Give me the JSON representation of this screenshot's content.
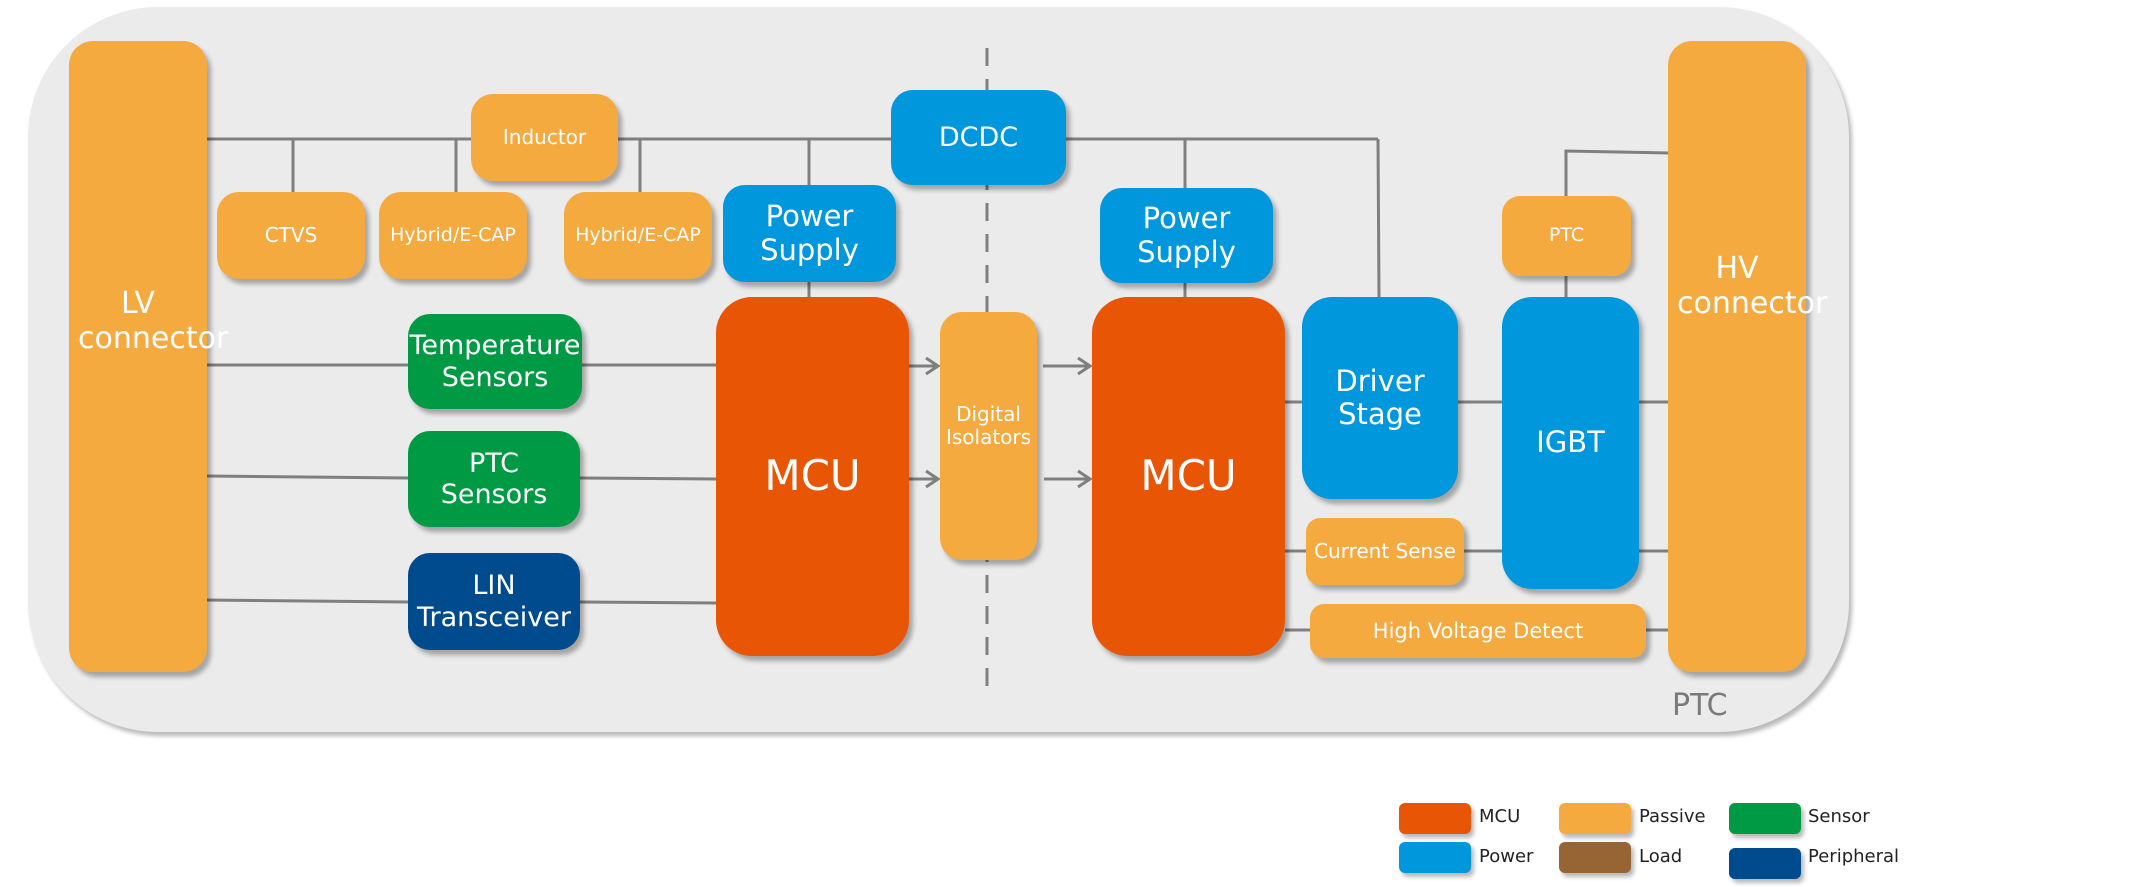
{
  "diagram": {
    "title": "PTC",
    "colors": {
      "mcu": "#e85505",
      "power": "#0097dc",
      "passive": "#f5aa40",
      "load": "#976434",
      "sensor": "#009a44",
      "peripheral": "#004b8d",
      "wire": "#7f7f7f",
      "panel": "#ebebeb"
    },
    "blocks": {
      "lv_connector": "LV connector",
      "inductor": "Inductor",
      "ctvs": "CTVS",
      "hybrid_ecap_1": "Hybrid/E-CAP",
      "hybrid_ecap_2": "Hybrid/E-CAP",
      "dcdc": "DCDC",
      "power_supply_1": "Power Supply",
      "power_supply_2": "Power Supply",
      "temperature_sensors": "Temperature Sensors",
      "ptc_sensors": "PTC Sensors",
      "lin_transceiver": "LIN Transceiver",
      "mcu_1": "MCU",
      "digital_isolators": "Digital Isolators",
      "mcu_2": "MCU",
      "driver_stage": "Driver Stage",
      "current_sense": "Current Sense",
      "high_voltage_detect": "High Voltage Detect",
      "ptc": "PTC",
      "igbt": "IGBT",
      "hv_connector": "HV connector"
    }
  },
  "legend": [
    {
      "label": "MCU",
      "category": "mcu"
    },
    {
      "label": "Passive",
      "category": "passive"
    },
    {
      "label": "Sensor",
      "category": "sensor"
    },
    {
      "label": "Power",
      "category": "power"
    },
    {
      "label": "Load",
      "category": "load"
    },
    {
      "label": "Peripheral",
      "category": "peripheral"
    }
  ]
}
